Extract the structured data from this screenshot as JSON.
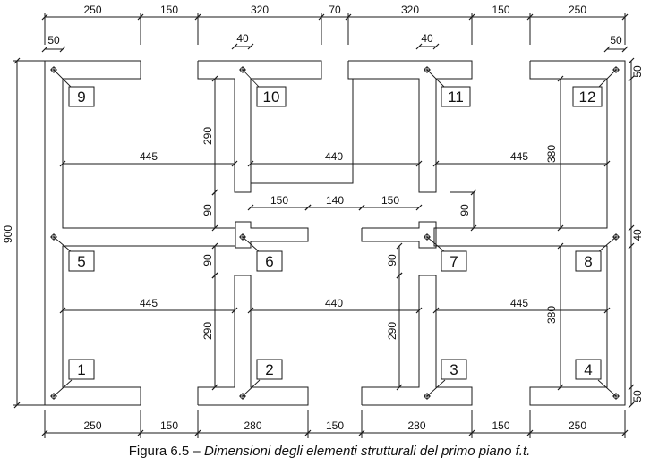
{
  "caption": {
    "label": "Figura 6.5 –",
    "title": "Dimensioni degli elementi strutturali del primo piano f.t."
  },
  "dims": {
    "top_row": [
      "250",
      "150",
      "320",
      "70",
      "320",
      "150",
      "250"
    ],
    "bottom_row": [
      "250",
      "150",
      "280",
      "150",
      "280",
      "150",
      "250"
    ],
    "offset_50": "50",
    "wall_40": "40",
    "total_height": "900",
    "span_445": "445",
    "span_440": "440",
    "wall_290": "290",
    "beam_380": "380",
    "gap_90": "90",
    "mid_150": "150",
    "mid_140": "140"
  },
  "nodes": [
    "1",
    "2",
    "3",
    "4",
    "5",
    "6",
    "7",
    "8",
    "9",
    "10",
    "11",
    "12"
  ],
  "colors": {
    "line": "#1a1a1a",
    "text": "#111111",
    "background": "#ffffff"
  }
}
